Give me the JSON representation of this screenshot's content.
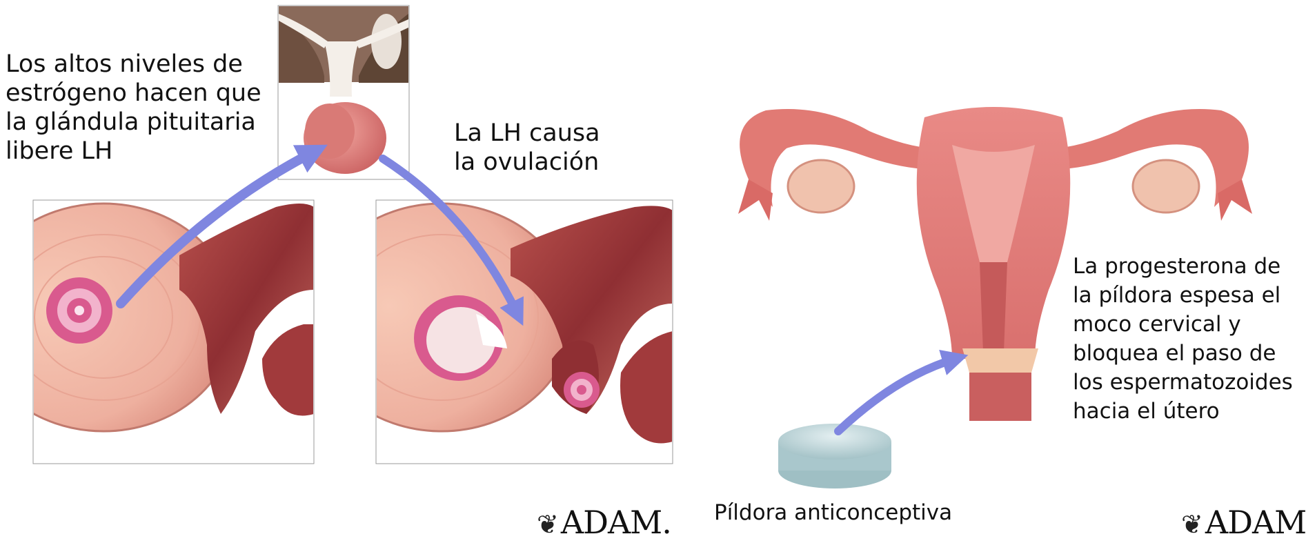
{
  "labels": {
    "estrogen": "Los altos niveles de\nestrógeno hacen que\nla glándula pituitaria\nlibere LH",
    "lh_ovulation": "La LH causa\nla ovulación",
    "progesterone": "La progesterona de\nla píldora espesa el\nmoco cervical y\nbloquea el paso de\nlos espermatozoides\nhacia el útero",
    "pill": "Píldora anticonceptiva"
  },
  "logos": [
    {
      "mark": "❦",
      "text": "ADAM."
    },
    {
      "mark": "❦",
      "text": "ADAM."
    }
  ],
  "colors": {
    "arrow": "#7f86e0",
    "tissue": "#e9a39a",
    "tissue_dark": "#9c3a3a",
    "follicle": "#d95a8e",
    "pill": "#b9d3d6"
  }
}
